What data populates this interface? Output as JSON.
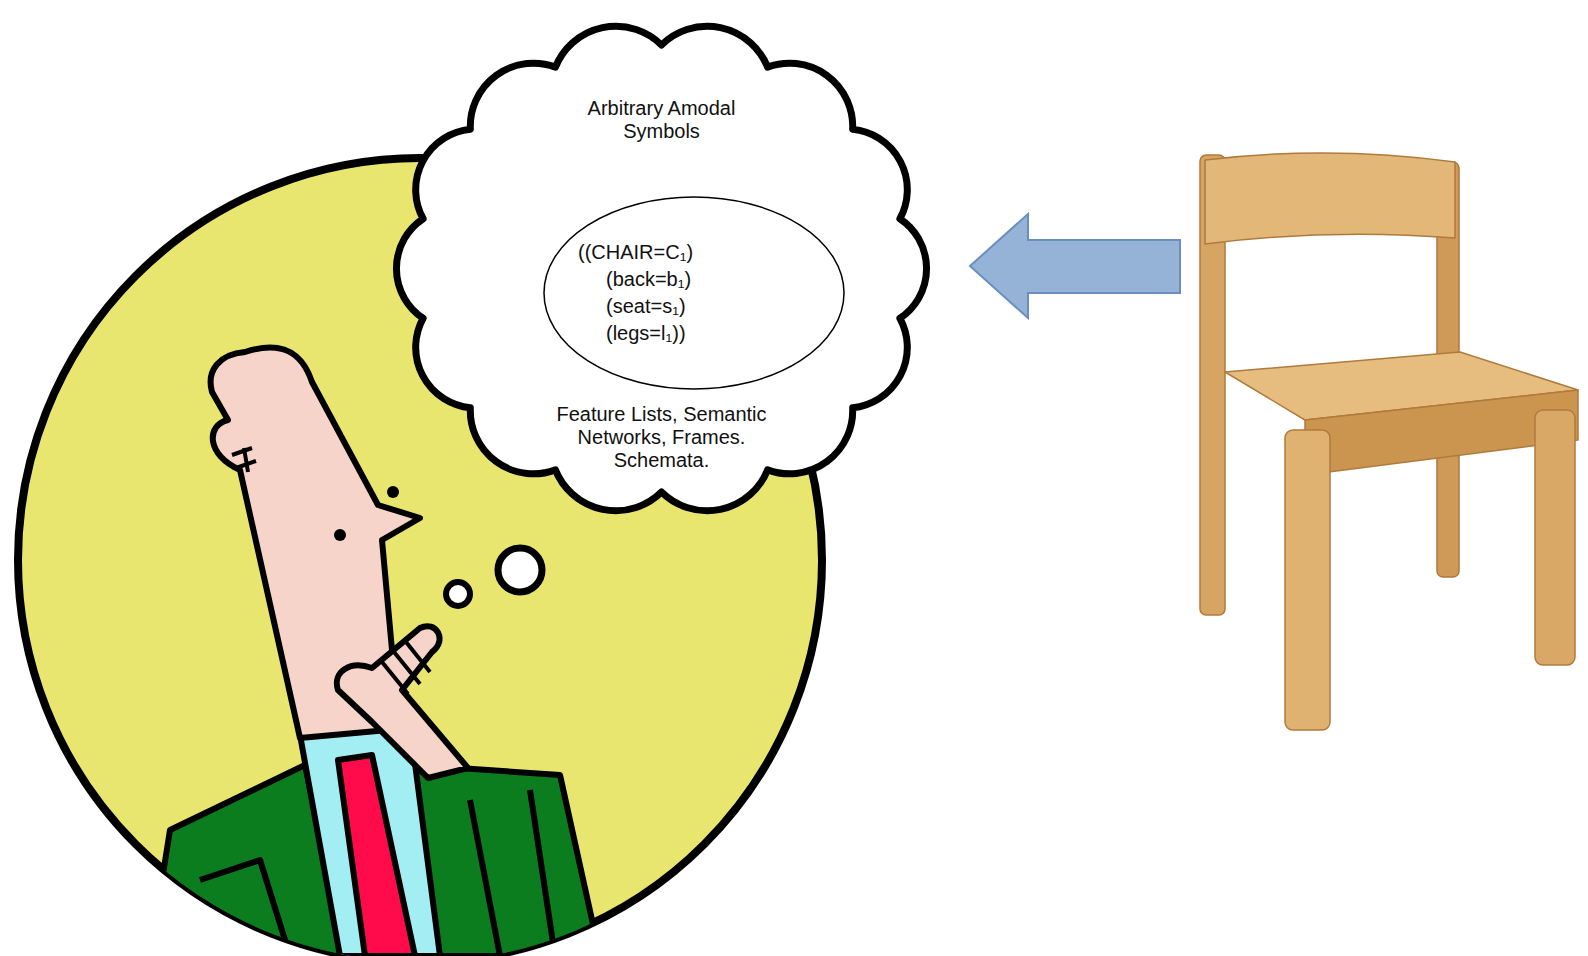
{
  "diagram": {
    "nodes": [
      {
        "text": [
          "Arbitrary Amodal Symbols",
          "Feature Lists, Semantic Networks, Frames. Schemata."
        ]
      },
      {
        "text": [
          "((CHAIR=C₁)",
          "(back=b₁)",
          "(seat=s₁)",
          "(legs=l₁))"
        ],
        "in": 0
      }
    ]
  }
}
